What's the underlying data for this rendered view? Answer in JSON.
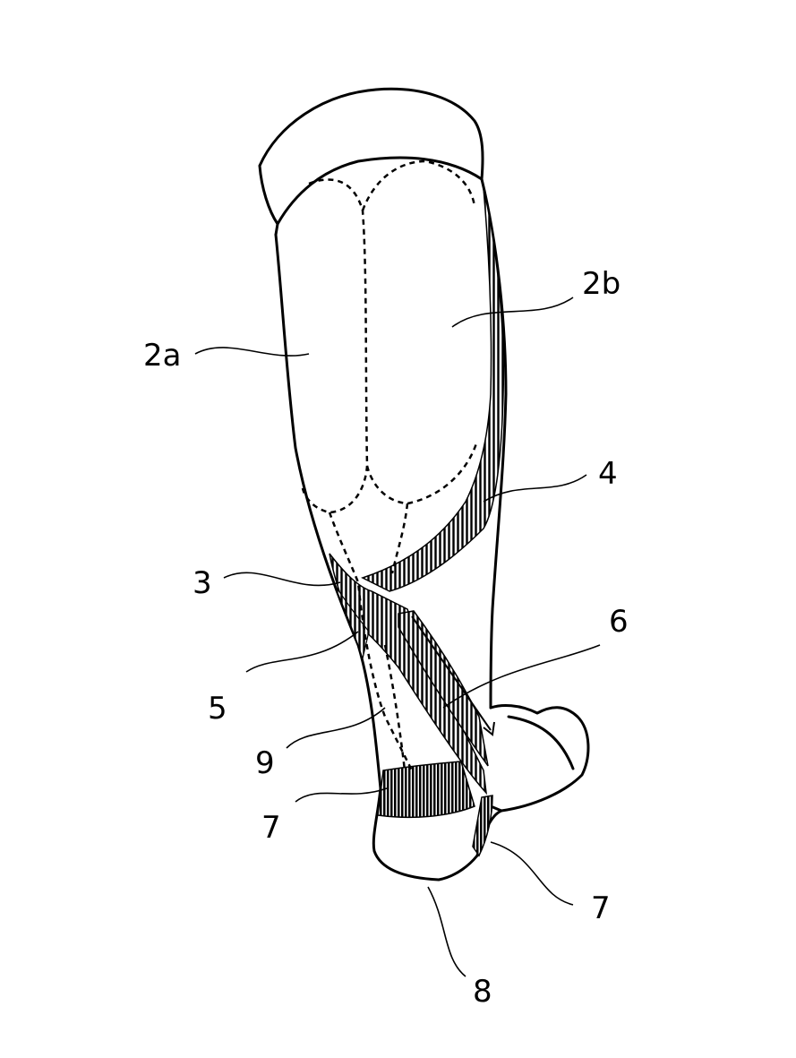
{
  "figure": {
    "colors": {
      "ink": "#000000",
      "paper": "#ffffff"
    },
    "reference_labels": {
      "upper_left_region": "2a",
      "upper_right_region": "2b",
      "central_band": "3",
      "right_band": "4",
      "lower_band": "5",
      "arrow": "6",
      "heel_band_left": "7",
      "heel_band_right": "7",
      "heel": "8",
      "achilles_region": "9"
    }
  }
}
